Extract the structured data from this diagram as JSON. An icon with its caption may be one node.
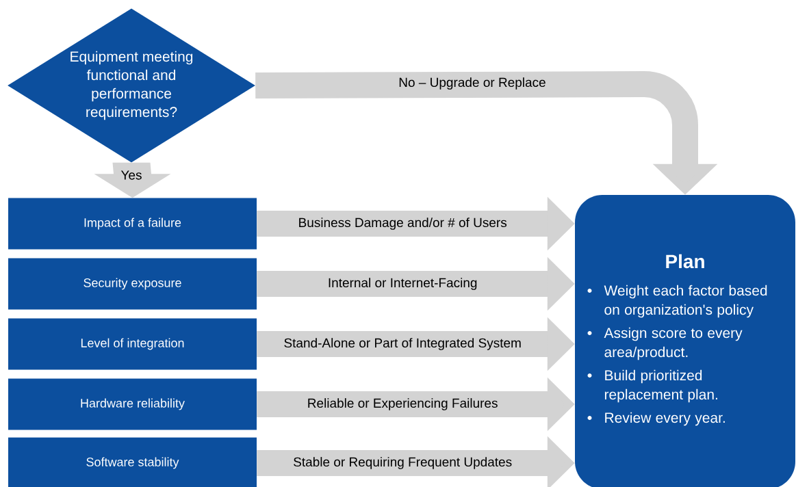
{
  "diagram": {
    "nodes": [
      {
        "text": [
          "Equipment meeting functional and performance requirements?"
        ]
      },
      {
        "text": [
          "Impact of a failure"
        ]
      },
      {
        "text": [
          "Security exposure"
        ]
      },
      {
        "text": [
          "Level of integration"
        ]
      },
      {
        "text": [
          "Hardware reliability"
        ]
      },
      {
        "text": [
          "Software stability"
        ]
      },
      {
        "text": [
          "Plan",
          "Weight each factor based on organization's policy",
          "Assign score to every area/product.",
          "Build prioritized replacement plan.",
          "Review every year."
        ]
      }
    ],
    "edges": [
      {
        "from": 0,
        "to": 6,
        "arrow": "to",
        "label": "No – Upgrade or Replace"
      },
      {
        "from": 0,
        "to": 1,
        "arrow": "to",
        "label": "Yes"
      },
      {
        "from": 1,
        "to": 6,
        "arrow": "to",
        "label": "Business Damage and/or # of Users"
      },
      {
        "from": 2,
        "to": 6,
        "arrow": "to",
        "label": "Internal or Internet-Facing"
      },
      {
        "from": 3,
        "to": 6,
        "arrow": "to",
        "label": "Stand-Alone or Part of Integrated System"
      },
      {
        "from": 4,
        "to": 6,
        "arrow": "to",
        "label": "Reliable or Experiencing Failures"
      },
      {
        "from": 5,
        "to": 6,
        "arrow": "to",
        "label": "Stable or Requiring Frequent Updates"
      }
    ]
  }
}
